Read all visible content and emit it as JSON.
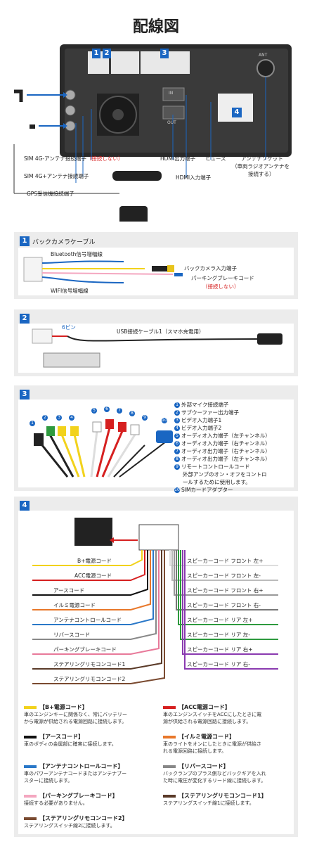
{
  "title": "配線図",
  "top": {
    "badges": [
      "1",
      "2",
      "3",
      "4"
    ],
    "sim4g_minus": "SIM 4G-アンテナ接続端子",
    "sim4g_minus_note": "（接続しない）",
    "sim4g_plus": "SIM 4G+アンテナ接続端子",
    "gps": "GPS受信機接続端子",
    "hdmi_out": "HDMI出力端子",
    "hdmi_in": "HDMI入力端子",
    "fuse": "ヒューズ",
    "antenna_socket": "アンテナソケット",
    "antenna_socket_note1": "（車両ラジオアンテナを",
    "antenna_socket_note2": "接続する）",
    "board_in": "IN",
    "board_out": "OUT",
    "board_ant": "ANT"
  },
  "sec1": {
    "num": "1",
    "title": "バックカメラケーブル",
    "bluetooth": "Bluetooth信号増幅線",
    "camera_in": "バックカメラ入力端子",
    "parking": "パーキングブレーキコード",
    "parking_note": "（接続しない）",
    "wifi": "WIFI信号増幅線"
  },
  "sec2": {
    "num": "2",
    "pins": "6ピン",
    "usb": "USB接続ケーブル1（スマホ充電用）"
  },
  "sec3": {
    "num": "3",
    "items": [
      {
        "n": "1",
        "text": "外部マイク接続端子"
      },
      {
        "n": "2",
        "text": "サブウーファー出力端子"
      },
      {
        "n": "3",
        "text": "ビデオ入力端子1"
      },
      {
        "n": "4",
        "text": "ビデオ入力端子2"
      },
      {
        "n": "5",
        "text": "オーディオ入力端子（左チャンネル）"
      },
      {
        "n": "6",
        "text": "オーディオ入力端子（右チャンネル）"
      },
      {
        "n": "7",
        "text": "オーディオ出力端子（右チャンネル）"
      },
      {
        "n": "8",
        "text": "オーディオ出力端子（左チャンネル）"
      },
      {
        "n": "9",
        "text": "リモートコントロールコード"
      },
      {
        "n": "",
        "text": "外部アンプのオン・オフをコントロ"
      },
      {
        "n": "",
        "text": "ールするために使用します。"
      },
      {
        "n": "10",
        "text": "SIMカードアダプター"
      }
    ],
    "plug_nums": [
      "1",
      "2",
      "3",
      "4",
      "5",
      "6",
      "7",
      "8",
      "9",
      "10"
    ]
  },
  "sec4": {
    "num": "4",
    "left": [
      {
        "label": "B+電源コード",
        "color": "#f2d21c"
      },
      {
        "label": "ACC電源コード",
        "color": "#d62020"
      },
      {
        "label": "アースコード",
        "color": "#111111"
      },
      {
        "label": "イルミ電源コード",
        "color": "#e8772a"
      },
      {
        "label": "アンテナコントロールコード",
        "color": "#2a78c8"
      },
      {
        "label": "リバースコード",
        "color": "#888888"
      },
      {
        "label": "パーキングブレーキコード",
        "color": "#e87a9a"
      },
      {
        "label": "ステアリングリモコンコード1",
        "color": "#5a3a28"
      },
      {
        "label": "ステアリングリモコンコード2",
        "color": "#7a4a30"
      }
    ],
    "right": [
      {
        "label": "スピーカーコード フロント 左+",
        "color": "#dddddd"
      },
      {
        "label": "スピーカーコード フロント 左-",
        "color": "#bbbbbb"
      },
      {
        "label": "スピーカーコード フロント 右+",
        "color": "#999999"
      },
      {
        "label": "スピーカーコード フロント 右-",
        "color": "#777777"
      },
      {
        "label": "スピーカーコード リア 左+",
        "color": "#2e9a3e"
      },
      {
        "label": "スピーカーコード リア 左-",
        "color": "#2e9a3e"
      },
      {
        "label": "スピーカーコード リア 右+",
        "color": "#8a3ab0"
      },
      {
        "label": "スピーカーコード リア 右-",
        "color": "#8a3ab0"
      }
    ]
  },
  "legend": [
    {
      "title": "【B+電源コード】",
      "color": "#f2d21c",
      "desc1": "車のエンジンキーに関係なく、常にバッテリー",
      "desc2": "から電源が供給される電源回路に接続します。"
    },
    {
      "title": "【ACC電源コード】",
      "color": "#d62020",
      "desc1": "車のエンジンスイッチをACCにしたときに電",
      "desc2": "源が供給される電源回路に接続します。"
    },
    {
      "title": "【アースコード】",
      "color": "#111111",
      "desc1": "車のボディの金属部に確実に接続します。",
      "desc2": ""
    },
    {
      "title": "【イルミ電源コード】",
      "color": "#e8772a",
      "desc1": "車のライトをオンにしたときに電源が供給さ",
      "desc2": "れる電源回路に接続します。"
    },
    {
      "title": "【アンテナコントロールコード】",
      "color": "#2a78c8",
      "desc1": "車のパワーアンテナコードまたはアンテナブー",
      "desc2": "スターに接続します。"
    },
    {
      "title": "【リバースコード】",
      "color": "#888888",
      "desc1": "バックランプのプラス側などバックギアを入れ",
      "desc2": "た時に電圧が変化するリード線に接続します。"
    },
    {
      "title": "【パーキングブレーキコード】",
      "color": "#f4a7c0",
      "desc1": "接続する必要がありません。",
      "desc2": ""
    },
    {
      "title": "【ステアリングリモコンコード1】",
      "color": "#5a3a28",
      "desc1": "ステアリングスイッチ線1に接続します。",
      "desc2": ""
    },
    {
      "title": "【ステアリングリモコンコード2】",
      "color": "#7a4a30",
      "desc1": "ステアリングスイッチ線2に接続します。",
      "desc2": ""
    }
  ]
}
